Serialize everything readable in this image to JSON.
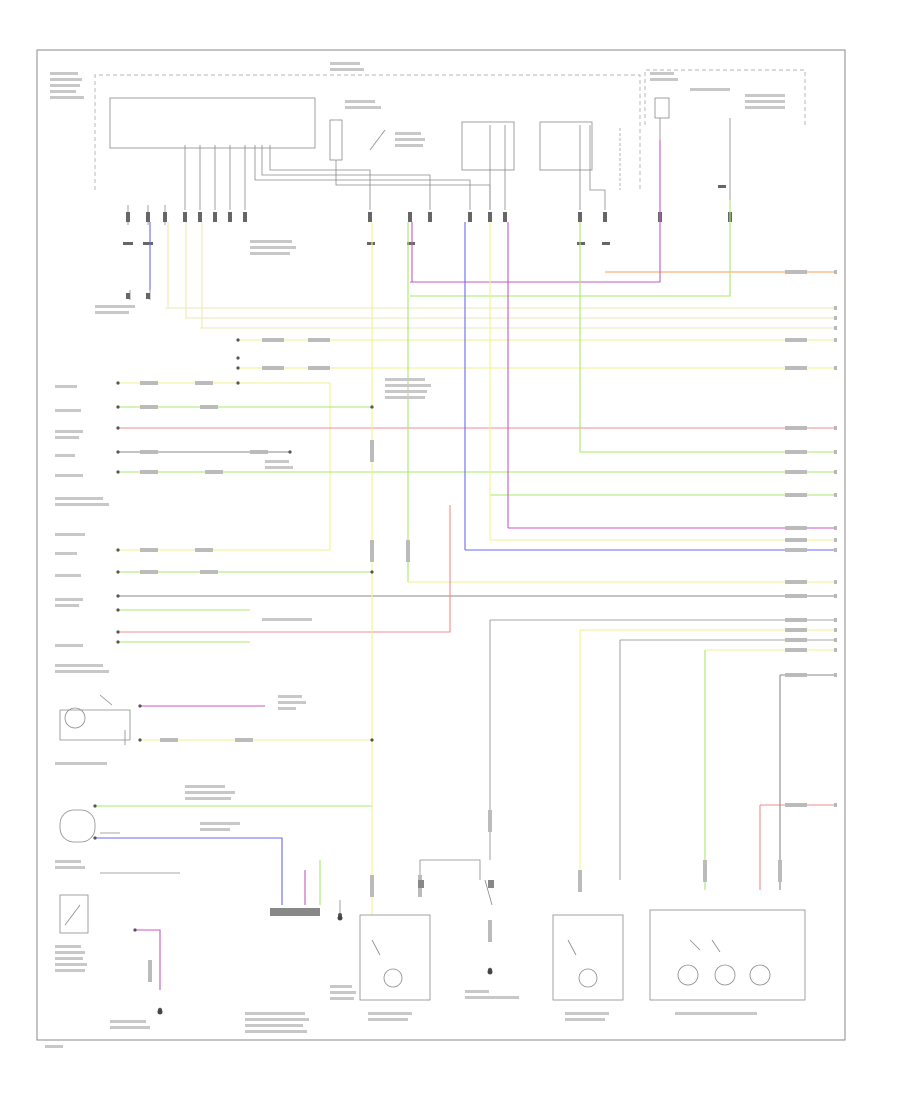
{
  "diagram": {
    "page_number": "",
    "colors": {
      "yellow": "#f2f28c",
      "green": "#a8e86a",
      "red": "#f28c8c",
      "blue": "#6a6af0",
      "violet": "#c45ac4",
      "orange": "#f5a05a",
      "gray": "#8a8a8a",
      "dark": "#555555",
      "cream": "#eee8b0"
    },
    "components": [
      {
        "id": "lamp-right-turn-mirror",
        "label": ""
      },
      {
        "id": "lamp-stop",
        "label": ""
      },
      {
        "id": "lamp-left-turn-mirror",
        "label": ""
      },
      {
        "id": "lamp-rear-combo",
        "label": ""
      },
      {
        "id": "lamp-license",
        "label": ""
      },
      {
        "id": "lamp-luggage",
        "label": ""
      },
      {
        "id": "switch-liftgate",
        "label": ""
      },
      {
        "id": "ground-g1",
        "label": ""
      },
      {
        "id": "ground-g2",
        "label": ""
      },
      {
        "id": "ground-g3",
        "label": ""
      }
    ]
  }
}
